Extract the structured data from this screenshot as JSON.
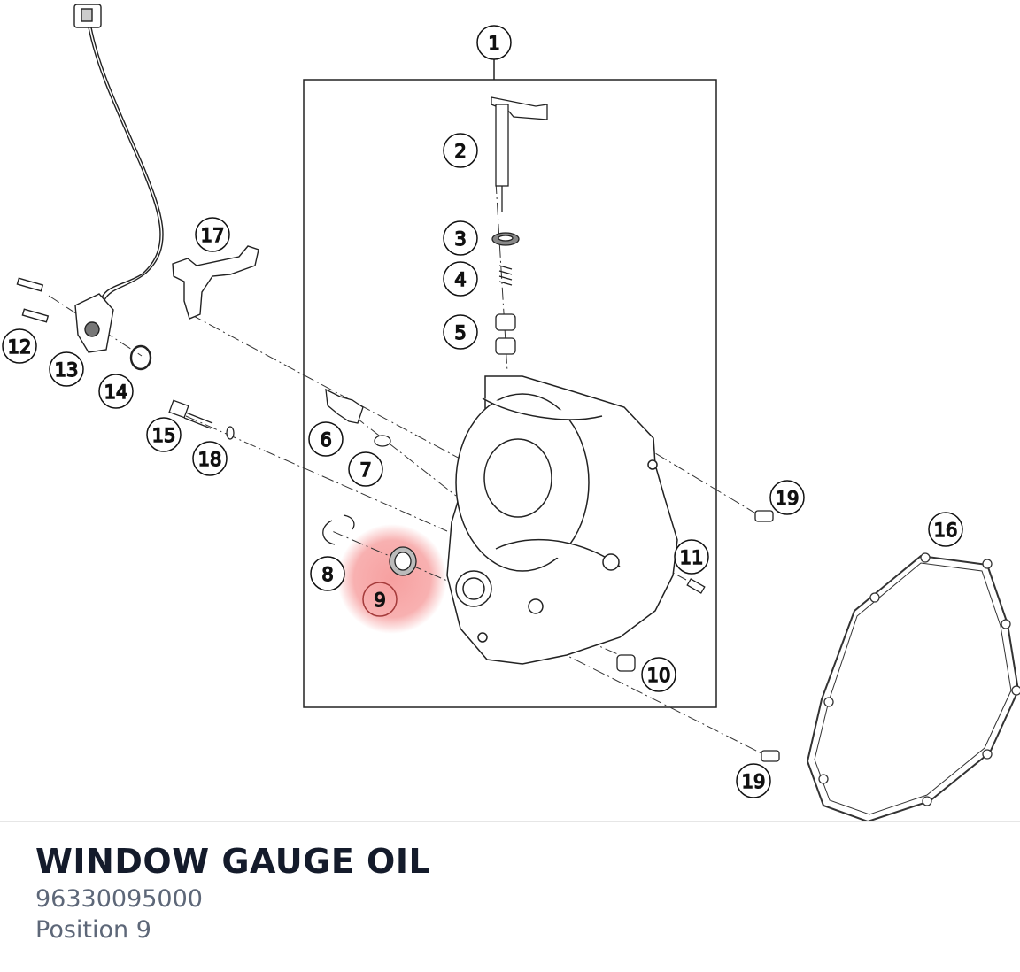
{
  "part": {
    "title": "WINDOW GAUGE OIL",
    "number": "96330095000",
    "position": "Position 9"
  },
  "diagram": {
    "highlight_color": "#f58f8f",
    "callouts": [
      {
        "id": "1",
        "label": "1"
      },
      {
        "id": "2",
        "label": "2"
      },
      {
        "id": "3",
        "label": "3"
      },
      {
        "id": "4",
        "label": "4"
      },
      {
        "id": "5",
        "label": "5"
      },
      {
        "id": "6",
        "label": "6"
      },
      {
        "id": "7",
        "label": "7"
      },
      {
        "id": "8",
        "label": "8"
      },
      {
        "id": "9",
        "label": "9",
        "highlighted": true
      },
      {
        "id": "10",
        "label": "10"
      },
      {
        "id": "11",
        "label": "11"
      },
      {
        "id": "12",
        "label": "12"
      },
      {
        "id": "13",
        "label": "13"
      },
      {
        "id": "14",
        "label": "14"
      },
      {
        "id": "15",
        "label": "15"
      },
      {
        "id": "16",
        "label": "16"
      },
      {
        "id": "17",
        "label": "17"
      },
      {
        "id": "18",
        "label": "18"
      },
      {
        "id": "19a",
        "label": "19"
      },
      {
        "id": "19b",
        "label": "19"
      }
    ]
  }
}
